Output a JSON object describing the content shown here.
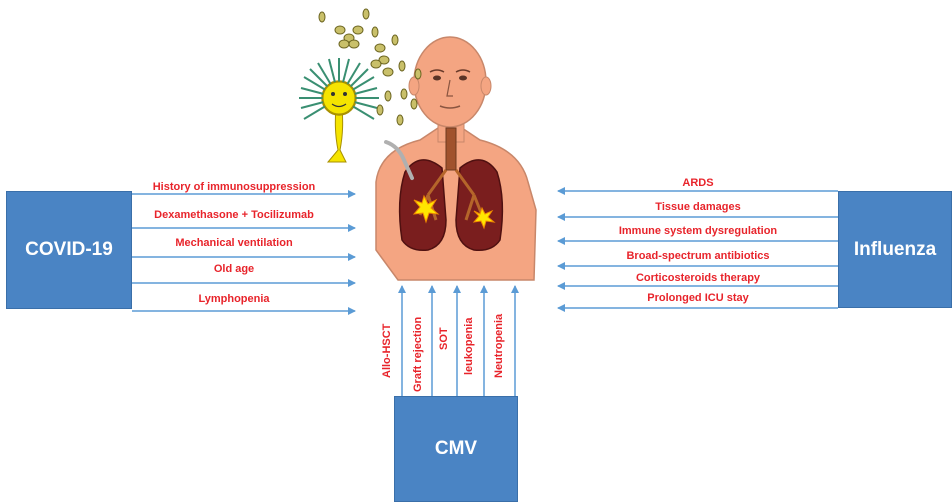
{
  "sources": {
    "left": "COVID-19",
    "right": "Influenza",
    "bottom": "CMV"
  },
  "left_factors": [
    "History of immunosuppression",
    "Dexamethasone + Tocilizumab",
    "Mechanical ventilation",
    "Old age",
    "Lymphopenia"
  ],
  "right_factors": [
    "ARDS",
    "Tissue damages",
    "Immune system dysregulation",
    "Broad-spectrum antibiotics",
    "Corticosteroids therapy",
    "Prolonged ICU stay"
  ],
  "bottom_factors": [
    "Allo-HSCT",
    "Graft rejection",
    "SOT",
    "leukopenia",
    "Neutropenia"
  ],
  "colors": {
    "box": "#4a84c4",
    "label": "#e8242b",
    "arrow": "#5b9bd5",
    "skin": "#f4a582"
  }
}
